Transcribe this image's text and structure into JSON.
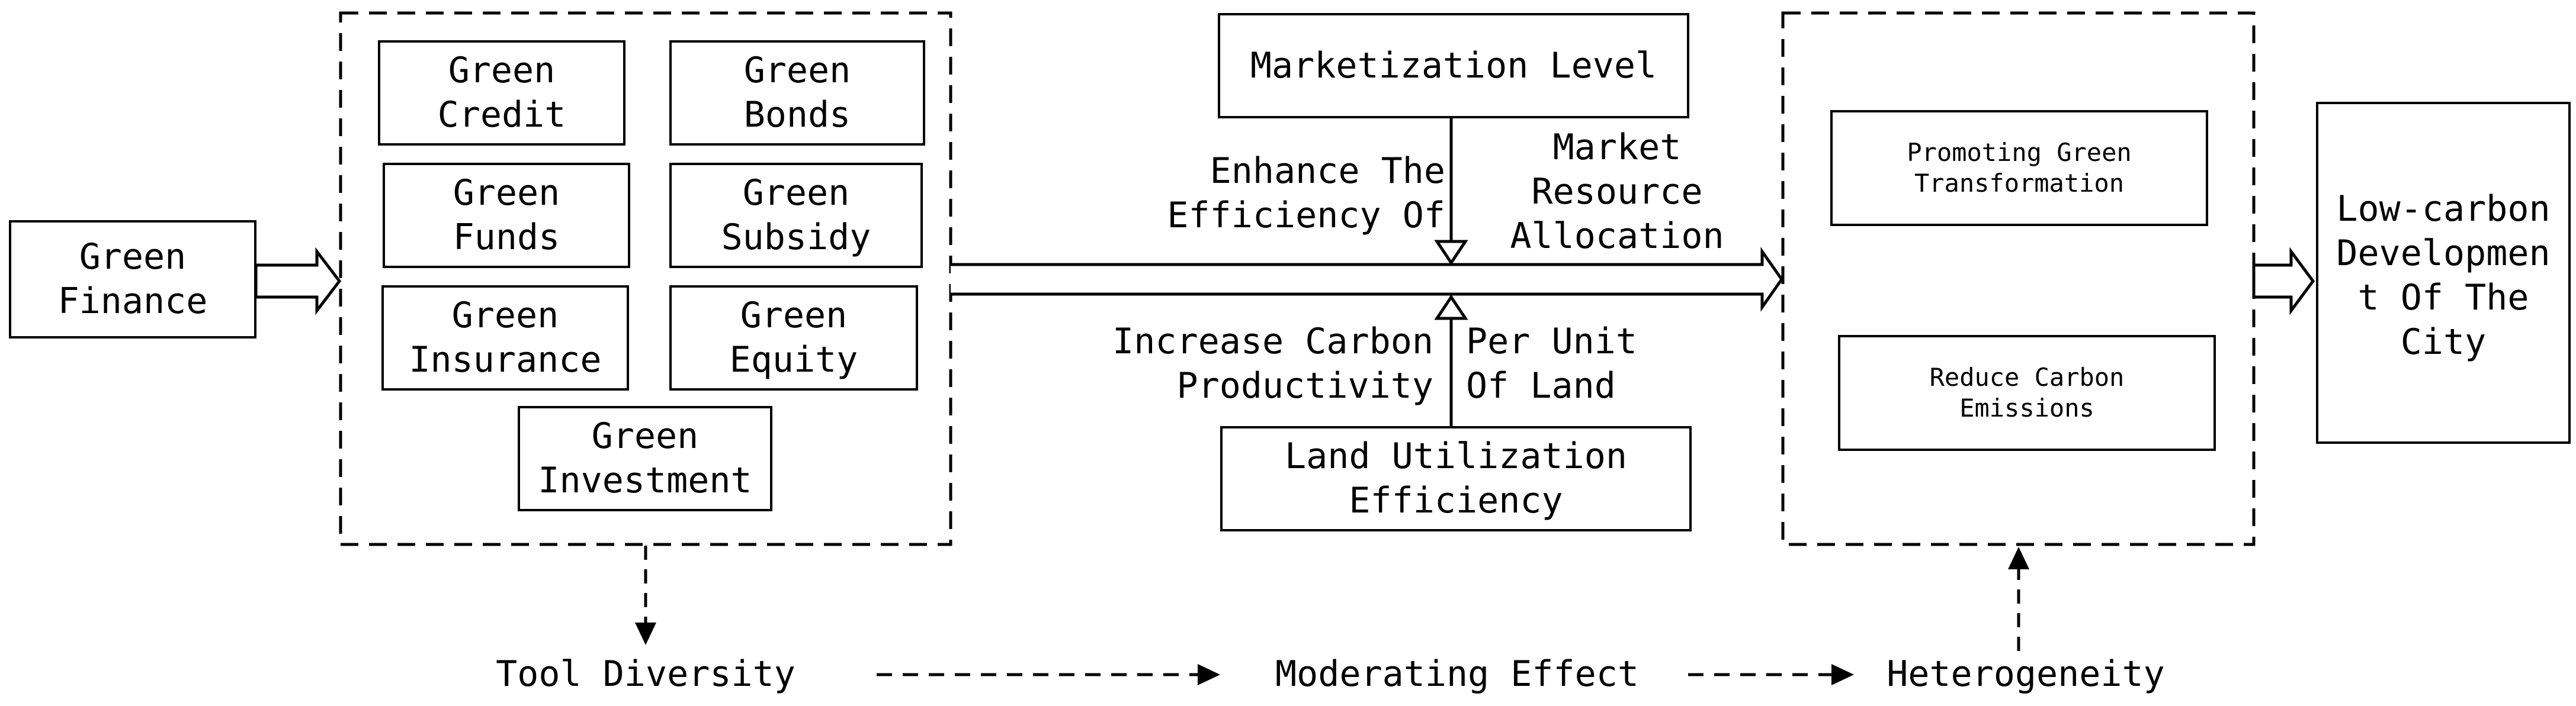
{
  "green_finance": "Green\nFinance",
  "tools": {
    "credit": "Green\nCredit",
    "bonds": "Green\nBonds",
    "funds": "Green\nFunds",
    "subsidy": "Green\nSubsidy",
    "insurance": "Green\nInsurance",
    "equity": "Green\nEquity",
    "investment": "Green\nInvestment"
  },
  "marketization_level": "Marketization Level",
  "land_utilization_efficiency": "Land Utilization\nEfficiency",
  "labels": {
    "enhance_efficiency": "Enhance The\nEfficiency Of",
    "market_resource_allocation": "Market\nResource\nAllocation",
    "increase_carbon_productivity": "Increase Carbon\nProductivity",
    "per_unit_of_land": "Per Unit\nOf Land"
  },
  "effects": {
    "promoting_green_transformation": "Promoting Green\nTransformation",
    "reduce_carbon_emissions": "Reduce Carbon\nEmissions"
  },
  "outcome": "Low-carbon\nDevelopmen\nt Of The\nCity",
  "bottom": {
    "tool_diversity": "Tool Diversity",
    "moderating_effect": "Moderating Effect",
    "heterogeneity": "Heterogeneity"
  }
}
